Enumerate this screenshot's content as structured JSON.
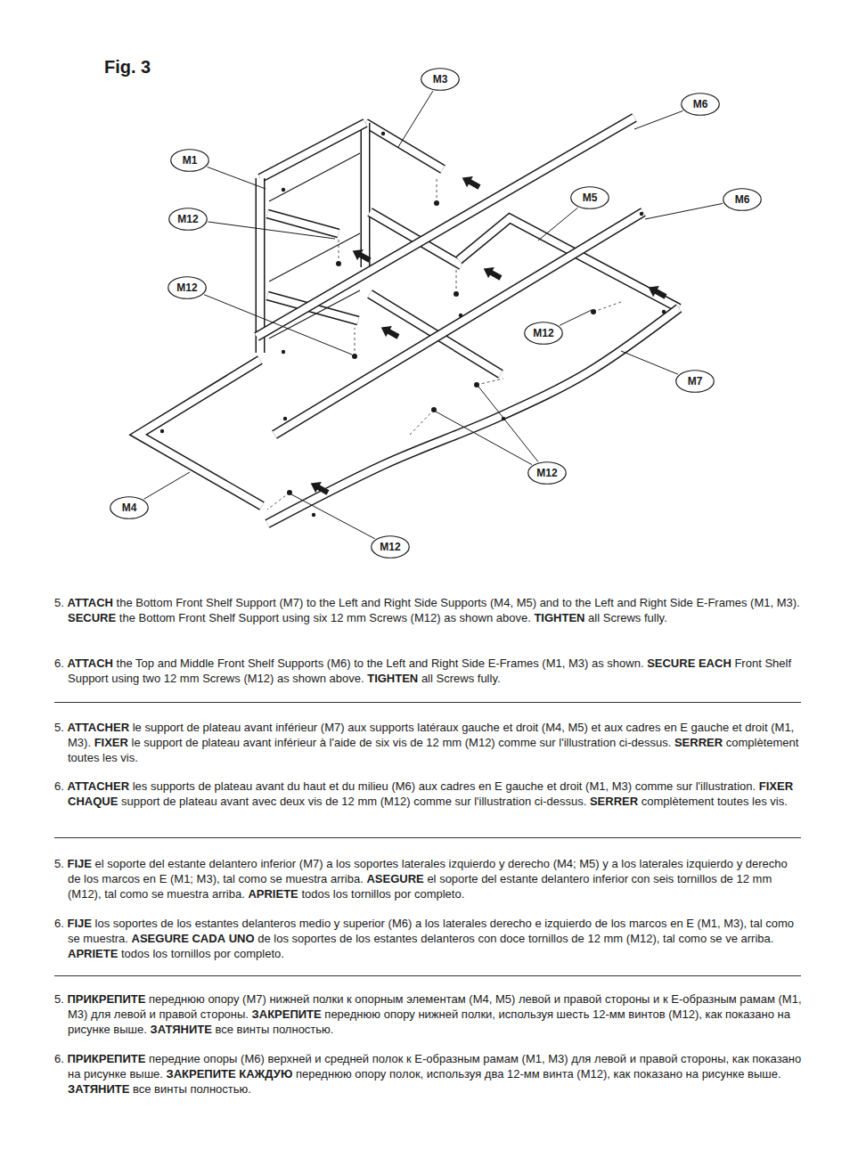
{
  "diagram": {
    "title": "Fig. 3",
    "nodes": [
      {
        "text": [
          "M3"
        ]
      },
      {
        "text": [
          "M6"
        ]
      },
      {
        "text": [
          "M1"
        ]
      },
      {
        "text": [
          "M5"
        ]
      },
      {
        "text": [
          "M6"
        ]
      },
      {
        "text": [
          "M12"
        ]
      },
      {
        "text": [
          "M12"
        ]
      },
      {
        "text": [
          "M12"
        ]
      },
      {
        "text": [
          "M7"
        ]
      },
      {
        "text": [
          "M12"
        ]
      },
      {
        "text": [
          "M4"
        ]
      },
      {
        "text": [
          "M12"
        ]
      }
    ],
    "labels": [
      "5. ATTACH the Bottom Front Shelf Support (M7) to the Left and Right Side Supports (M4, M5) and to the Left and Right Side E-Frames (M1, M3). SECURE the Bottom Front Shelf Support using six 12 mm Screws (M12) as shown above. TIGHTEN all Screws fully.",
      "6. ATTACH the Top and Middle Front Shelf Supports (M6) to the Left and Right Side E-Frames (M1, M3) as shown. SECURE EACH Front Shelf Support using two 12 mm Screws (M12) as shown above. TIGHTEN all Screws fully.",
      "5. ATTACHER le support de plateau avant inférieur (M7) aux supports latéraux gauche et droit (M4, M5) et aux cadres en E gauche et droit (M1, M3). FIXER le support de plateau avant inférieur à l'aide de six vis de 12 mm (M12) comme sur l'illustration ci-dessus. SERRER complètement toutes les vis.",
      "6. ATTACHER les supports de plateau avant du haut et du milieu (M6) aux cadres en E gauche et droit (M1, M3) comme sur l'illustration. FIXER CHAQUE support de plateau avant avec deux vis de 12 mm (M12) comme sur l'illustration ci-dessus. SERRER complètement toutes les vis.",
      "5. FIJE el soporte del estante delantero inferior (M7) a los soportes laterales izquierdo y derecho (M4; M5) y a los laterales izquierdo y derecho de los marcos en E (M1; M3), tal como se muestra arriba. ASEGURE el soporte del estante delantero inferior con seis tornillos de 12 mm (M12), tal como se muestra arriba. APRIETE todos los tornillos por completo.",
      "6. FIJE los soportes de los estantes delanteros medio y superior (M6) a los laterales derecho e izquierdo de los marcos en E (M1, M3), tal como se muestra. ASEGURE CADA UNO de los soportes de los estantes delanteros con doce tornillos de 12 mm (M12), tal como se ve arriba. APRIETE todos los tornillos por completo.",
      "5. ПРИКРЕПИТЕ переднюю опору (M7) нижней полки к опорным элементам (M4, M5) левой и правой стороны и к E-образным рамам (M1, M3) для левой и правой стороны. ЗАКРЕПИТЕ переднюю опору нижней полки, используя шесть 12-мм винтов (M12), как показано на рисунке выше. ЗАТЯНИТЕ все винты полностью.",
      "6. ПРИКРЕПИТЕ передние опоры (M6) верхней и средней полок к E-образным рамам (M1, M3) для левой и правой стороны, как показано на рисунке выше. ЗАКРЕПИТЕ КАЖДУЮ переднюю опору полок, используя два 12-мм винта (M12), как показано на рисунке выше. ЗАТЯНИТЕ все винты полностью."
    ]
  }
}
